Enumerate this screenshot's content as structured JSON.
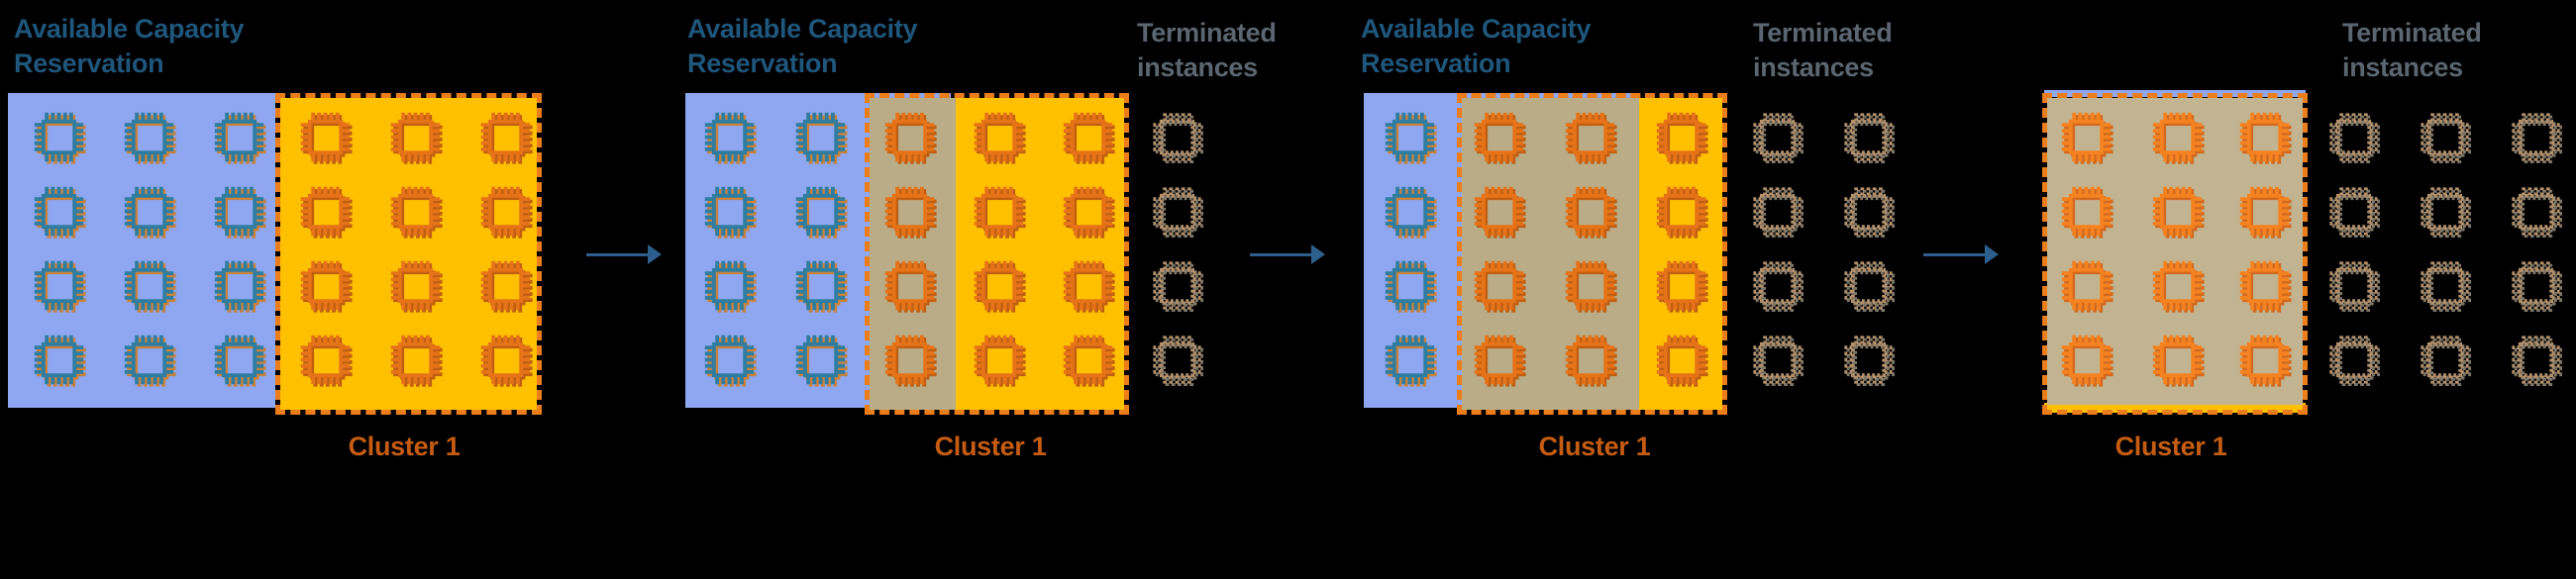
{
  "labels": {
    "available_capacity_reservation": "Available Capacity Reservation",
    "terminated_instances": "Terminated instances",
    "cluster": "Cluster 1"
  },
  "colors": {
    "background": "#000000",
    "reservation_fill": "#8EA7F0",
    "cluster_fill": "#FFC000",
    "overlap_fill": "#B9AC86",
    "cluster_border": "#EB7D1A",
    "available_chip": "#2F7DA0",
    "available_chip_accent": "#C8823C",
    "cluster_chip": "#E67318",
    "cluster_chip_bright": "#F58220",
    "terminated_chip": "#B2906C",
    "available_label_color": "#1F567C",
    "terminated_label_color": "#5B6670",
    "cluster_label_color": "#C55C11",
    "arrow_color": "#2D5F8C"
  },
  "panels": [
    {
      "available_label": "Available Capacity Reservation",
      "cluster_label": "Cluster 1",
      "rows": 4,
      "available_columns": 3,
      "cluster_columns": 3,
      "overlap_columns": 0,
      "terminated_columns": 0,
      "available_instances": 12,
      "cluster_instances": 12,
      "terminated_instances": 0
    },
    {
      "available_label": "Available Capacity Reservation",
      "terminated_label": "Terminated instances",
      "cluster_label": "Cluster 1",
      "rows": 4,
      "available_columns": 2,
      "cluster_columns": 3,
      "overlap_columns": 1,
      "terminated_columns": 1,
      "available_instances": 8,
      "cluster_instances": 12,
      "terminated_instances": 4
    },
    {
      "available_label": "Available Capacity Reservation",
      "terminated_label": "Terminated instances",
      "cluster_label": "Cluster 1",
      "rows": 4,
      "available_columns": 1,
      "cluster_columns": 3,
      "overlap_columns": 2,
      "terminated_columns": 2,
      "available_instances": 4,
      "cluster_instances": 12,
      "terminated_instances": 8
    },
    {
      "terminated_label": "Terminated instances",
      "cluster_label": "Cluster 1",
      "rows": 4,
      "available_columns": 0,
      "cluster_columns": 3,
      "overlap_columns": 3,
      "terminated_columns": 3,
      "available_instances": 0,
      "cluster_instances": 12,
      "terminated_instances": 12
    }
  ]
}
